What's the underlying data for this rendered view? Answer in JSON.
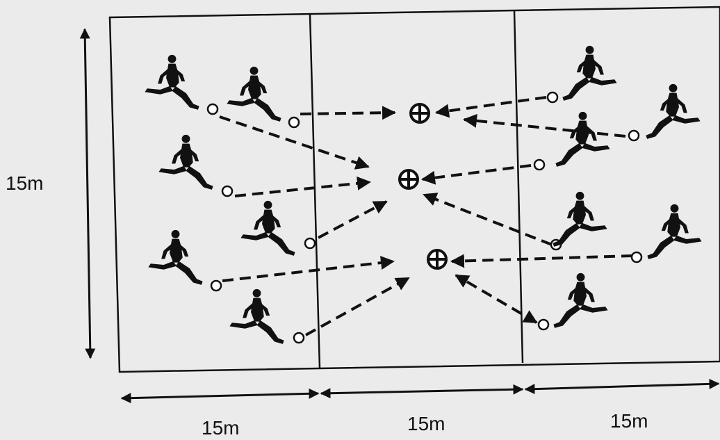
{
  "dimensions": {
    "vertical": "15m",
    "horizontal": [
      "15m",
      "15m",
      "15m"
    ]
  },
  "colors": {
    "ink": "#111111",
    "background": "#ebebeb",
    "ball": "#ffffff"
  },
  "players": {
    "left_count": 6,
    "right_count": 6
  },
  "target_balls": 3,
  "field_balls": 12
}
